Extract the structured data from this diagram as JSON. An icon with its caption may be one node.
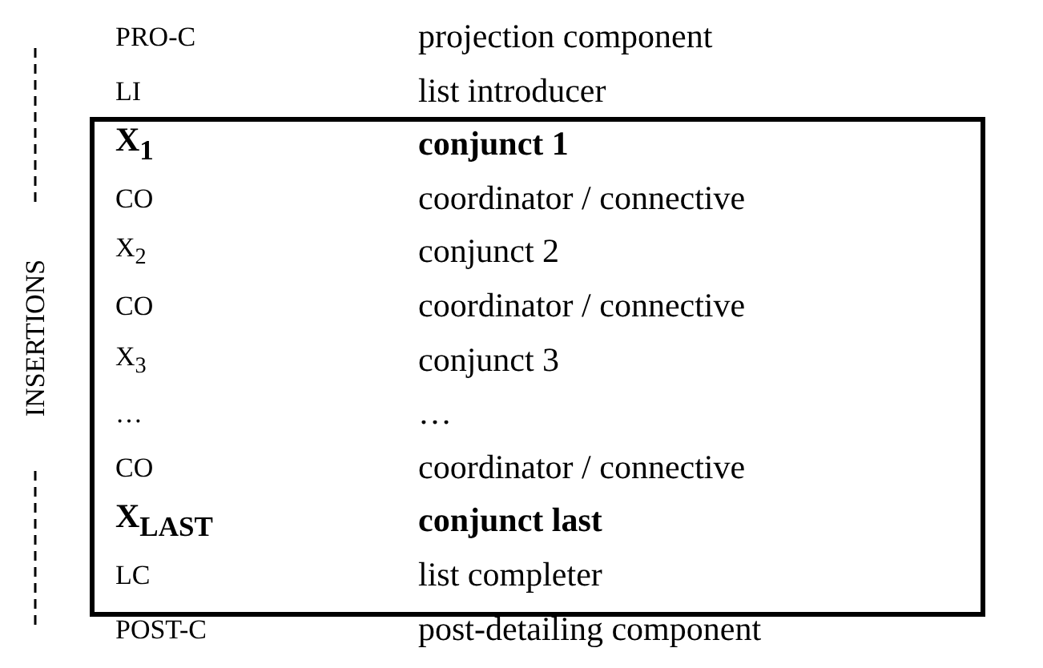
{
  "diagram": {
    "nodes": [
      {
        "text": [
          "X$_{1}$",
          "conjunct 1",
          "CO",
          "coordinator / connective",
          "X$_{2}$",
          "conjunct 2",
          "CO",
          "coordinator / connective",
          "X$_{3}$",
          "conjunct 3",
          "…",
          "…",
          "CO",
          "coordinator / connective",
          "X$_{LAST}$",
          "conjunct last",
          "LC",
          "list completer"
        ]
      }
    ],
    "labels": [
      "PRO-C",
      "projection component",
      "LI",
      "list introducer",
      "POST-C",
      "post-detailing component",
      "INSERTIONS"
    ]
  }
}
